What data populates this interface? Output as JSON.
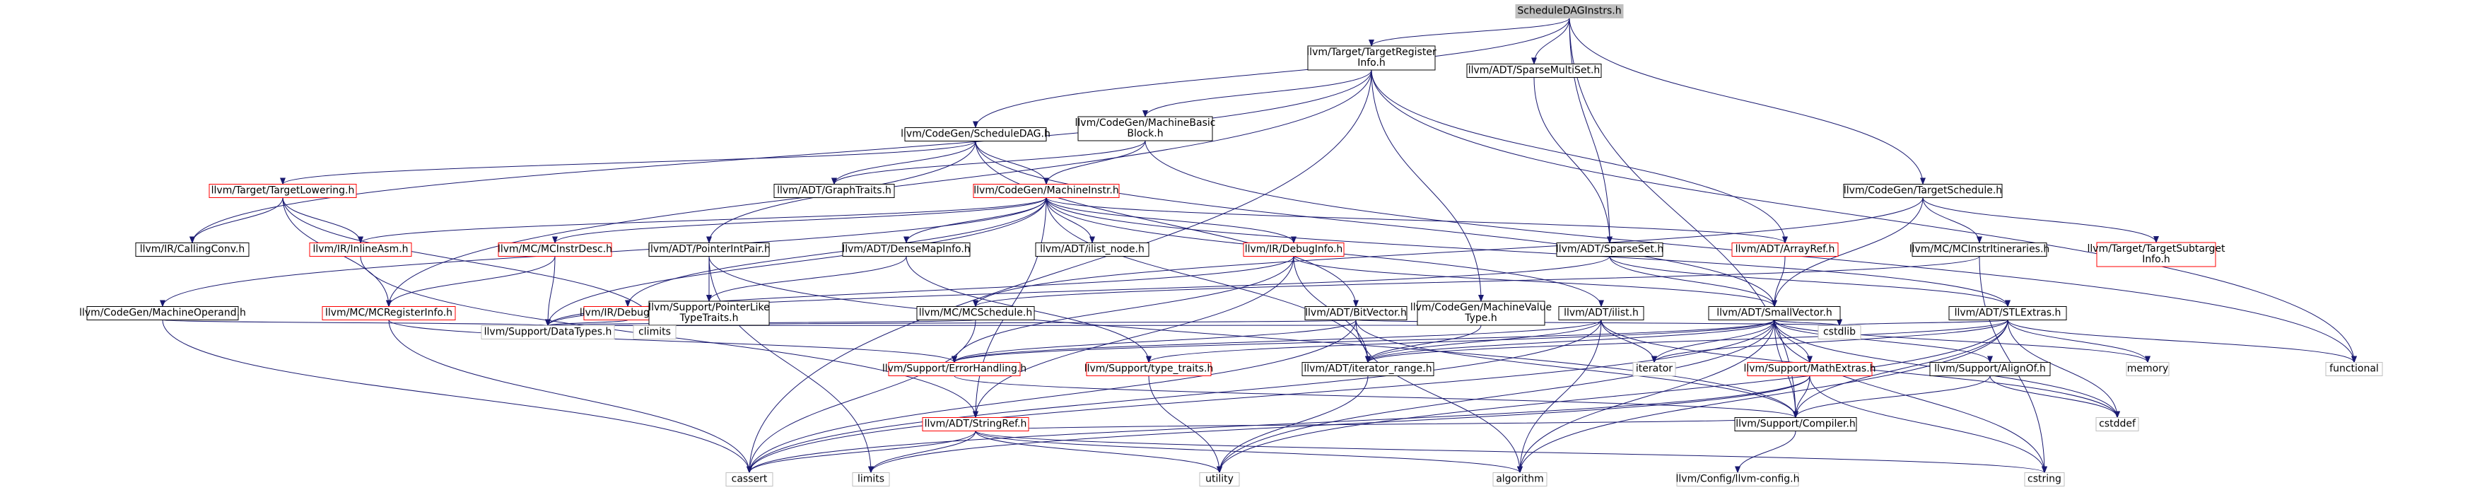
{
  "colors": {
    "edge": "#191970",
    "box_black": "#000000",
    "box_red": "#ff0000",
    "box_gray": "#bfbfbf",
    "fill_root": "#bfbfbf",
    "fill_default": "#ffffff",
    "text": "#000000"
  },
  "root": "n0",
  "nodes": [
    {
      "id": "n0",
      "lines": [
        "ScheduleDAGInstrs.h"
      ],
      "border": "gray",
      "fill": "root"
    },
    {
      "id": "n1",
      "lines": [
        "llvm/Target/TargetRegister",
        "Info.h"
      ],
      "border": "black"
    },
    {
      "id": "n2",
      "lines": [
        "llvm/ADT/SparseMultiSet.h"
      ],
      "border": "black"
    },
    {
      "id": "n3",
      "lines": [
        "llvm/CodeGen/ScheduleDAG.h"
      ],
      "border": "black"
    },
    {
      "id": "n4",
      "lines": [
        "llvm/CodeGen/MachineBasic",
        "Block.h"
      ],
      "border": "black"
    },
    {
      "id": "n5",
      "lines": [
        "llvm/Target/TargetLowering.h"
      ],
      "border": "red"
    },
    {
      "id": "n6",
      "lines": [
        "llvm/ADT/GraphTraits.h"
      ],
      "border": "black"
    },
    {
      "id": "n7",
      "lines": [
        "llvm/CodeGen/MachineInstr.h"
      ],
      "border": "red"
    },
    {
      "id": "n8",
      "lines": [
        "llvm/CodeGen/TargetSchedule.h"
      ],
      "border": "black"
    },
    {
      "id": "n9",
      "lines": [
        "llvm/IR/CallingConv.h"
      ],
      "border": "black"
    },
    {
      "id": "n10",
      "lines": [
        "llvm/IR/InlineAsm.h"
      ],
      "border": "red"
    },
    {
      "id": "n11",
      "lines": [
        "llvm/MC/MCInstrDesc.h"
      ],
      "border": "red"
    },
    {
      "id": "n12",
      "lines": [
        "llvm/ADT/PointerIntPair.h"
      ],
      "border": "black"
    },
    {
      "id": "n13",
      "lines": [
        "llvm/ADT/DenseMapInfo.h"
      ],
      "border": "black"
    },
    {
      "id": "n14",
      "lines": [
        "llvm/ADT/ilist_node.h"
      ],
      "border": "black"
    },
    {
      "id": "n15",
      "lines": [
        "llvm/IR/DebugInfo.h"
      ],
      "border": "red"
    },
    {
      "id": "n16",
      "lines": [
        "llvm/ADT/SparseSet.h"
      ],
      "border": "black"
    },
    {
      "id": "n17",
      "lines": [
        "llvm/ADT/ArrayRef.h"
      ],
      "border": "red"
    },
    {
      "id": "n18",
      "lines": [
        "llvm/MC/MCInstrItineraries.h"
      ],
      "border": "black"
    },
    {
      "id": "n19",
      "lines": [
        "llvm/Target/TargetSubtarget",
        "Info.h"
      ],
      "border": "red"
    },
    {
      "id": "n20",
      "lines": [
        "llvm/CodeGen/MachineOperand.h"
      ],
      "border": "black"
    },
    {
      "id": "n21",
      "lines": [
        "llvm/MC/MCRegisterInfo.h"
      ],
      "border": "red"
    },
    {
      "id": "n22",
      "lines": [
        "llvm/IR/DebugLoc.h"
      ],
      "border": "red"
    },
    {
      "id": "n23",
      "lines": [
        "llvm/Support/PointerLike",
        "TypeTraits.h"
      ],
      "border": "black"
    },
    {
      "id": "n24",
      "lines": [
        "llvm/MC/MCSchedule.h"
      ],
      "border": "black"
    },
    {
      "id": "n25",
      "lines": [
        "llvm/ADT/BitVector.h"
      ],
      "border": "black"
    },
    {
      "id": "n26",
      "lines": [
        "llvm/CodeGen/MachineValue",
        "Type.h"
      ],
      "border": "black"
    },
    {
      "id": "n27",
      "lines": [
        "llvm/ADT/ilist.h"
      ],
      "border": "black"
    },
    {
      "id": "n28",
      "lines": [
        "llvm/ADT/SmallVector.h"
      ],
      "border": "black"
    },
    {
      "id": "n29",
      "lines": [
        "llvm/ADT/STLExtras.h"
      ],
      "border": "black"
    },
    {
      "id": "n30",
      "lines": [
        "llvm/Support/DataTypes.h"
      ],
      "border": "gray"
    },
    {
      "id": "n31",
      "lines": [
        "climits"
      ],
      "border": "gray"
    },
    {
      "id": "n32",
      "lines": [
        "llvm/Support/ErrorHandling.h"
      ],
      "border": "red"
    },
    {
      "id": "n33",
      "lines": [
        "llvm/Support/type_traits.h"
      ],
      "border": "red"
    },
    {
      "id": "n34",
      "lines": [
        "llvm/ADT/iterator_range.h"
      ],
      "border": "black"
    },
    {
      "id": "n35",
      "lines": [
        "iterator"
      ],
      "border": "gray"
    },
    {
      "id": "n36",
      "lines": [
        "llvm/Support/MathExtras.h"
      ],
      "border": "red"
    },
    {
      "id": "n37",
      "lines": [
        "cstdlib"
      ],
      "border": "gray"
    },
    {
      "id": "n38",
      "lines": [
        "llvm/Support/AlignOf.h"
      ],
      "border": "black"
    },
    {
      "id": "n39",
      "lines": [
        "memory"
      ],
      "border": "gray"
    },
    {
      "id": "n40",
      "lines": [
        "functional"
      ],
      "border": "gray"
    },
    {
      "id": "n41",
      "lines": [
        "llvm/ADT/StringRef.h"
      ],
      "border": "red"
    },
    {
      "id": "n42",
      "lines": [
        "llvm/Support/Compiler.h"
      ],
      "border": "black"
    },
    {
      "id": "n43",
      "lines": [
        "cstddef"
      ],
      "border": "gray"
    },
    {
      "id": "n44",
      "lines": [
        "cassert"
      ],
      "border": "gray"
    },
    {
      "id": "n45",
      "lines": [
        "limits"
      ],
      "border": "gray"
    },
    {
      "id": "n46",
      "lines": [
        "utility"
      ],
      "border": "gray"
    },
    {
      "id": "n47",
      "lines": [
        "algorithm"
      ],
      "border": "gray"
    },
    {
      "id": "n48",
      "lines": [
        "llvm/Config/llvm-config.h"
      ],
      "border": "gray"
    },
    {
      "id": "n49",
      "lines": [
        "cstring"
      ],
      "border": "gray"
    }
  ],
  "edges": [
    [
      "n0",
      "n1"
    ],
    [
      "n0",
      "n2"
    ],
    [
      "n0",
      "n3"
    ],
    [
      "n0",
      "n8"
    ],
    [
      "n0",
      "n16"
    ],
    [
      "n0",
      "n42"
    ],
    [
      "n1",
      "n4"
    ],
    [
      "n1",
      "n9"
    ],
    [
      "n1",
      "n17"
    ],
    [
      "n1",
      "n21"
    ],
    [
      "n1",
      "n26"
    ],
    [
      "n1",
      "n40"
    ],
    [
      "n1",
      "n44"
    ],
    [
      "n2",
      "n16"
    ],
    [
      "n3",
      "n6"
    ],
    [
      "n3",
      "n7"
    ],
    [
      "n3",
      "n12"
    ],
    [
      "n3",
      "n25"
    ],
    [
      "n3",
      "n5"
    ],
    [
      "n3",
      "n28"
    ],
    [
      "n4",
      "n6"
    ],
    [
      "n4",
      "n7"
    ],
    [
      "n4",
      "n40"
    ],
    [
      "n5",
      "n9"
    ],
    [
      "n5",
      "n10"
    ],
    [
      "n5",
      "n21"
    ],
    [
      "n5",
      "n31"
    ],
    [
      "n7",
      "n10"
    ],
    [
      "n7",
      "n11"
    ],
    [
      "n7",
      "n13"
    ],
    [
      "n7",
      "n14"
    ],
    [
      "n7",
      "n15"
    ],
    [
      "n7",
      "n20"
    ],
    [
      "n7",
      "n22"
    ],
    [
      "n7",
      "n27"
    ],
    [
      "n7",
      "n17"
    ],
    [
      "n7",
      "n29"
    ],
    [
      "n7",
      "n34"
    ],
    [
      "n7",
      "n41"
    ],
    [
      "n7",
      "n30"
    ],
    [
      "n8",
      "n18"
    ],
    [
      "n8",
      "n19"
    ],
    [
      "n8",
      "n28"
    ],
    [
      "n8",
      "n24"
    ],
    [
      "n10",
      "n41"
    ],
    [
      "n11",
      "n21"
    ],
    [
      "n11",
      "n30"
    ],
    [
      "n12",
      "n23"
    ],
    [
      "n12",
      "n45"
    ],
    [
      "n12",
      "n42"
    ],
    [
      "n13",
      "n23"
    ],
    [
      "n13",
      "n33"
    ],
    [
      "n15",
      "n28"
    ],
    [
      "n15",
      "n32"
    ],
    [
      "n15",
      "n34"
    ],
    [
      "n15",
      "n41"
    ],
    [
      "n15",
      "n30"
    ],
    [
      "n16",
      "n28"
    ],
    [
      "n16",
      "n29"
    ],
    [
      "n16",
      "n30"
    ],
    [
      "n17",
      "n28"
    ],
    [
      "n18",
      "n24"
    ],
    [
      "n18",
      "n49"
    ],
    [
      "n20",
      "n30"
    ],
    [
      "n20",
      "n44"
    ],
    [
      "n21",
      "n32"
    ],
    [
      "n21",
      "n44"
    ],
    [
      "n22",
      "n30"
    ],
    [
      "n23",
      "n30"
    ],
    [
      "n24",
      "n30"
    ],
    [
      "n24",
      "n44"
    ],
    [
      "n25",
      "n32"
    ],
    [
      "n25",
      "n47"
    ],
    [
      "n25",
      "n31"
    ],
    [
      "n25",
      "n44"
    ],
    [
      "n25",
      "n37"
    ],
    [
      "n25",
      "n42"
    ],
    [
      "n26",
      "n34"
    ],
    [
      "n26",
      "n30"
    ],
    [
      "n27",
      "n32"
    ],
    [
      "n27",
      "n34"
    ],
    [
      "n27",
      "n35"
    ],
    [
      "n27",
      "n47"
    ],
    [
      "n27",
      "n43"
    ],
    [
      "n27",
      "n44"
    ],
    [
      "n28",
      "n33"
    ],
    [
      "n28",
      "n34"
    ],
    [
      "n28",
      "n35"
    ],
    [
      "n28",
      "n36"
    ],
    [
      "n28",
      "n37"
    ],
    [
      "n28",
      "n38"
    ],
    [
      "n28",
      "n39"
    ],
    [
      "n28",
      "n42"
    ],
    [
      "n28",
      "n43"
    ],
    [
      "n28",
      "n44"
    ],
    [
      "n28",
      "n47"
    ],
    [
      "n28",
      "n46"
    ],
    [
      "n28",
      "n49"
    ],
    [
      "n28",
      "n32"
    ],
    [
      "n29",
      "n34"
    ],
    [
      "n29",
      "n35"
    ],
    [
      "n29",
      "n39"
    ],
    [
      "n29",
      "n40"
    ],
    [
      "n29",
      "n42"
    ],
    [
      "n29",
      "n43"
    ],
    [
      "n29",
      "n37"
    ],
    [
      "n29",
      "n46"
    ],
    [
      "n29",
      "n47"
    ],
    [
      "n32",
      "n42"
    ],
    [
      "n33",
      "n46"
    ],
    [
      "n34",
      "n46"
    ],
    [
      "n36",
      "n42"
    ],
    [
      "n36",
      "n44"
    ],
    [
      "n36",
      "n49"
    ],
    [
      "n36",
      "n45"
    ],
    [
      "n38",
      "n42"
    ],
    [
      "n38",
      "n43"
    ],
    [
      "n41",
      "n42"
    ],
    [
      "n41",
      "n44"
    ],
    [
      "n41",
      "n45"
    ],
    [
      "n41",
      "n46"
    ],
    [
      "n41",
      "n47"
    ],
    [
      "n41",
      "n49"
    ],
    [
      "n42",
      "n48"
    ]
  ]
}
